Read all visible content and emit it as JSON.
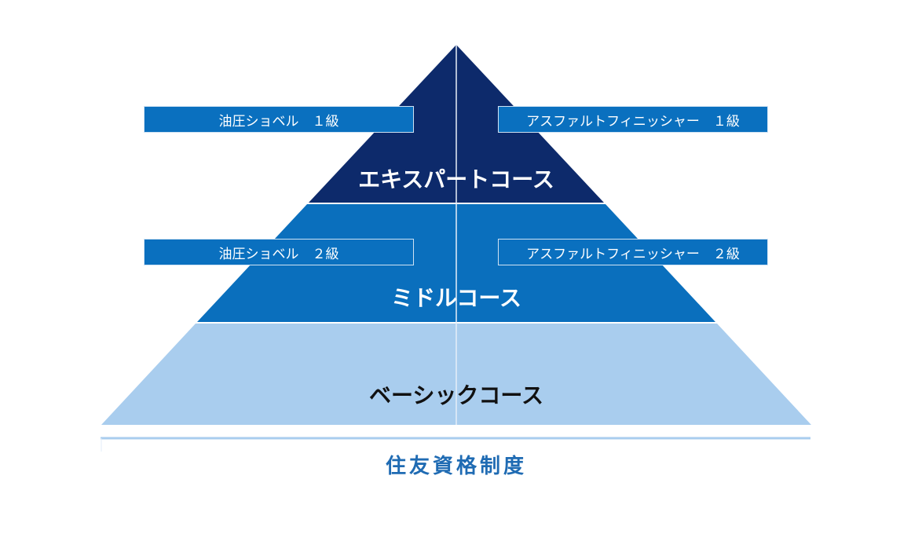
{
  "colors": {
    "expert": "#0d2a6b",
    "middle": "#0a6fbd",
    "basic": "#a9cdee",
    "label": "#0a70bf",
    "title": "#1f6bb3"
  },
  "courses": {
    "expert": "エキスパートコース",
    "middle": "ミドルコース",
    "basic": "ベーシックコース"
  },
  "labels": {
    "left_1": "油圧ショベル　１級",
    "right_1": "アスファルトフィニッシャー　１級",
    "left_2": "油圧ショベル　２級",
    "right_2": "アスファルトフィニッシャー　２級"
  },
  "title": "住友資格制度"
}
